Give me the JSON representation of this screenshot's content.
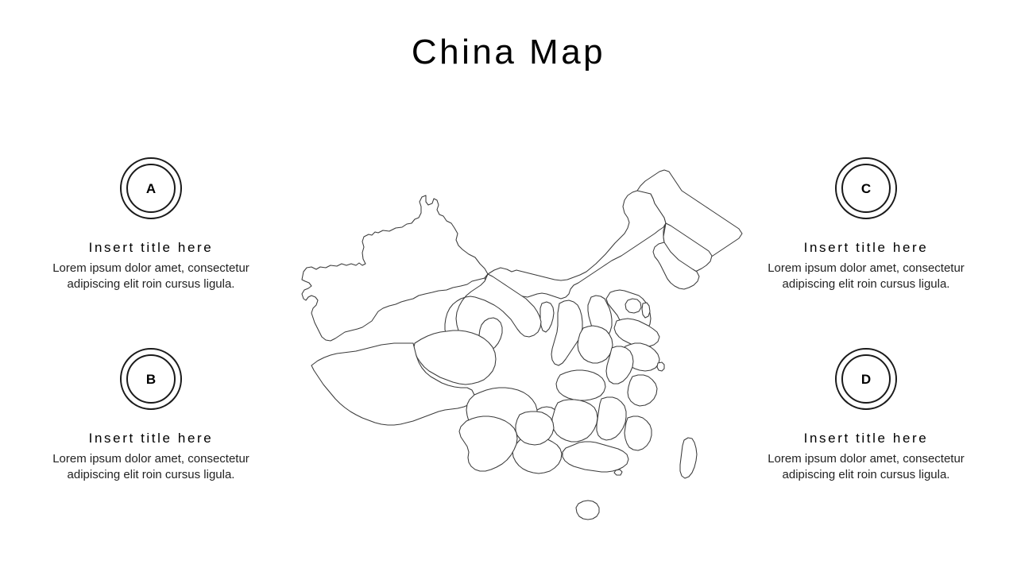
{
  "slide": {
    "title": "China Map",
    "background_color": "#ffffff",
    "text_color": "#000000",
    "map_line_color": "#3a3a3a"
  },
  "callouts": [
    {
      "key": "a",
      "badge_letter": "A",
      "title": "Insert title here",
      "body": "Lorem ipsum dolor amet, consectetur adipiscing elit roin cursus ligula."
    },
    {
      "key": "b",
      "badge_letter": "B",
      "title": "Insert title here",
      "body": "Lorem ipsum dolor amet, consectetur adipiscing elit roin cursus ligula."
    },
    {
      "key": "c",
      "badge_letter": "C",
      "title": "Insert title here",
      "body": "Lorem ipsum dolor amet, consectetur adipiscing elit roin cursus ligula."
    },
    {
      "key": "d",
      "badge_letter": "D",
      "title": "Insert title here",
      "body": "Lorem ipsum dolor amet, consectetur adipiscing elit roin cursus ligula."
    }
  ],
  "map": {
    "name": "china-provinces-outline",
    "region_count": 34,
    "islands": [
      "Taiwan",
      "Hainan"
    ],
    "style": "outline-only, no fill, no labels"
  }
}
